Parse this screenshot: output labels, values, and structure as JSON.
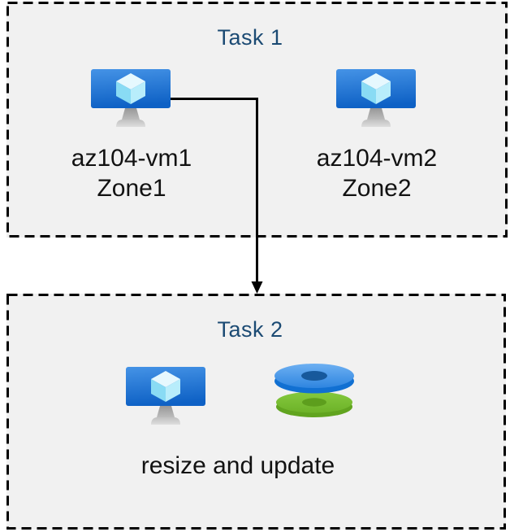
{
  "task1": {
    "title": "Task 1",
    "vms": [
      {
        "name": "az104-vm1",
        "zone": "Zone1"
      },
      {
        "name": "az104-vm2",
        "zone": "Zone2"
      }
    ]
  },
  "task2": {
    "title": "Task 2",
    "caption": "resize and update"
  },
  "connector": {
    "direction": "down",
    "from": "az104-vm1",
    "to": "Task 2"
  },
  "icons": {
    "vm": "azure-virtual-machine",
    "disks": "azure-managed-disks-stack",
    "arrow": "down-arrow-connector"
  },
  "colors": {
    "page_background": "#ffffff",
    "box_background": "#f1f1f1",
    "box_border": "#000000",
    "title_text": "#1b4a73",
    "label_text": "#121212",
    "vm_screen_top": "#4593e6",
    "vm_screen_bottom": "#0e61c5",
    "cube_top": "#e6f8fe",
    "cube_left": "#89dbf4",
    "cube_right": "#b8edfb",
    "disk_blue_surface_top": "#6db0f2",
    "disk_blue_surface_bottom": "#2e85e0",
    "disk_blue_side": "#1170d2",
    "disk_blue_hole": "#17599c",
    "disk_green_surface": "#79bd2f",
    "disk_green_side": "#61a41f",
    "disk_green_hole": "#5d9e1d",
    "arrow": "#000000"
  }
}
